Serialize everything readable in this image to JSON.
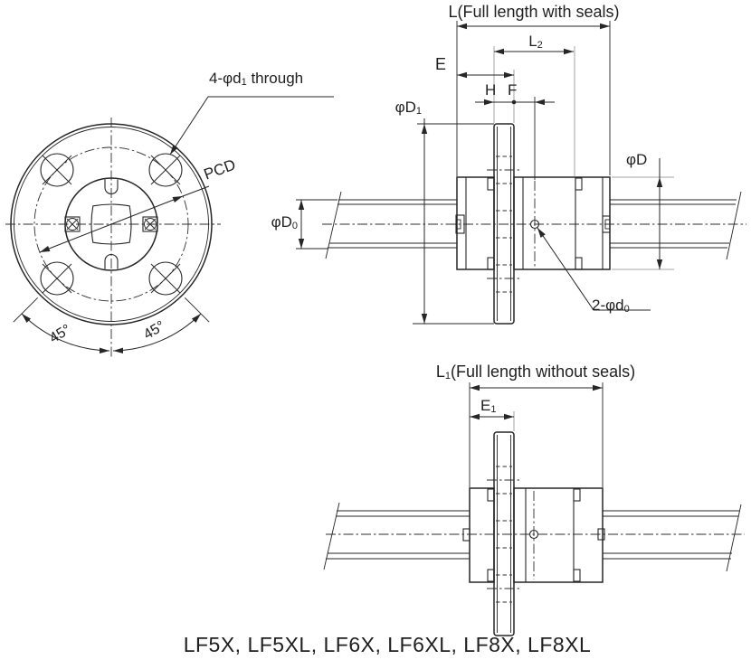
{
  "caption": "LF5X, LF5XL, LF6X, LF6XL, LF8X, LF8XL",
  "front_view": {
    "bolt_hole_callout": {
      "pre": "4-φd",
      "sub": "1",
      "post": " through"
    },
    "pcd_label": {
      "pre": "PCD"
    },
    "angle_left": {
      "pre": "45°"
    },
    "angle_right": {
      "pre": "45°"
    }
  },
  "side_view_with_seals": {
    "full_length": {
      "pre": "L",
      "post": "(Full length with seals)"
    },
    "l2": {
      "pre": "L",
      "sub": "2"
    },
    "e": {
      "pre": "E"
    },
    "h": {
      "pre": "H"
    },
    "f": {
      "pre": "F"
    },
    "flange_dia": {
      "pre": "φD",
      "sub": "1"
    },
    "shaft_dia": {
      "pre": "φD",
      "sub": "0"
    },
    "body_dia": {
      "pre": "φD"
    },
    "grease_hole_callout": {
      "pre": "2-φd",
      "sub": "0"
    }
  },
  "side_view_without_seals": {
    "full_length": {
      "pre": "L",
      "sub": "1",
      "post": "(Full length without seals)"
    },
    "e1": {
      "pre": "E",
      "sub": "1"
    }
  },
  "colors": {
    "line": "#262626",
    "extension_gray": "#a6a6a6",
    "background": "#ffffff"
  }
}
